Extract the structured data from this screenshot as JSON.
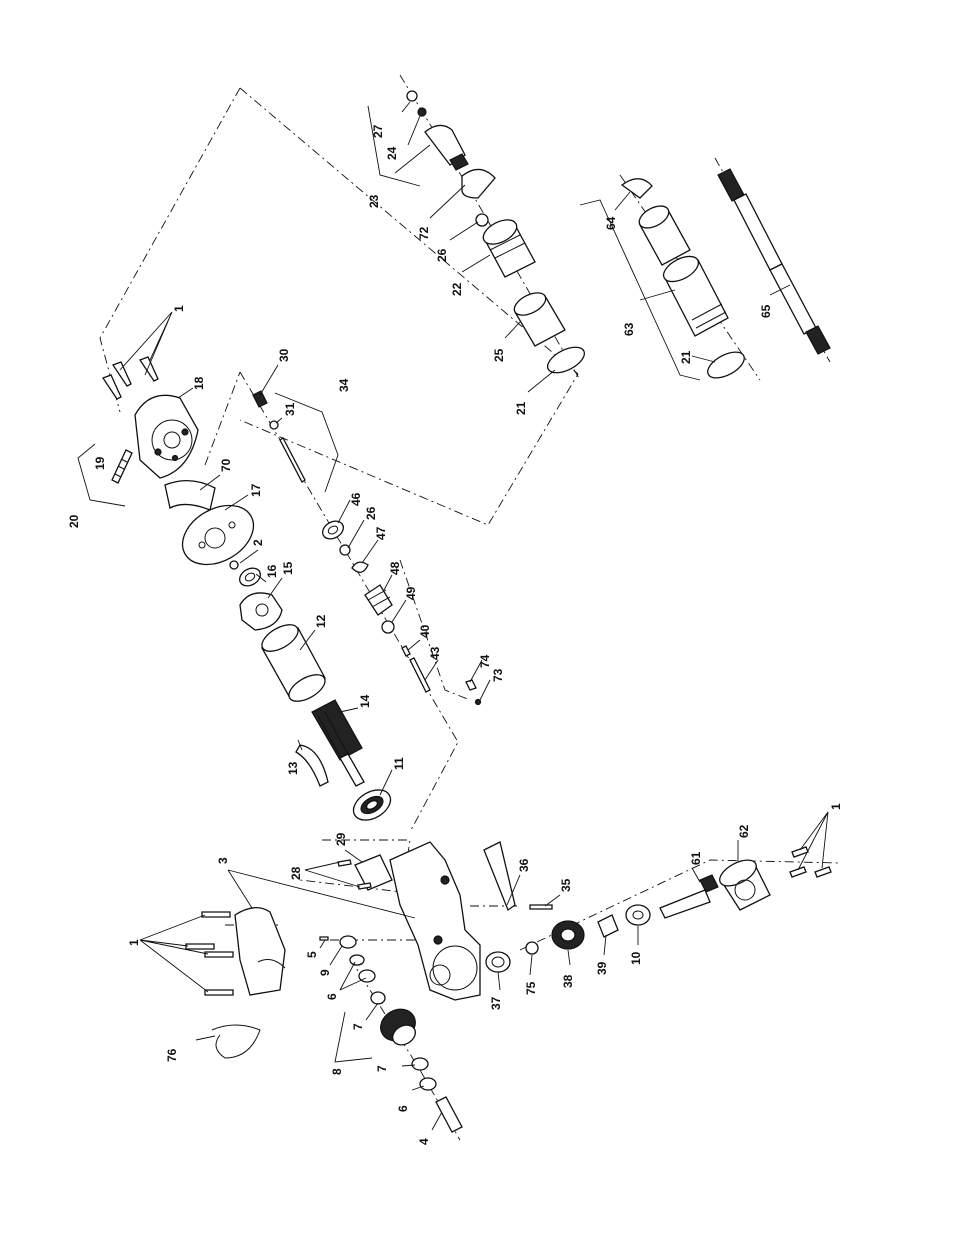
{
  "callouts": [
    {
      "id": "c-1a",
      "text": "1"
    },
    {
      "id": "c-18",
      "text": "18"
    },
    {
      "id": "c-19",
      "text": "19"
    },
    {
      "id": "c-20",
      "text": "20"
    },
    {
      "id": "c-70",
      "text": "70"
    },
    {
      "id": "c-17",
      "text": "17"
    },
    {
      "id": "c-2",
      "text": "2"
    },
    {
      "id": "c-16",
      "text": "16"
    },
    {
      "id": "c-15",
      "text": "15"
    },
    {
      "id": "c-12",
      "text": "12"
    },
    {
      "id": "c-14",
      "text": "14"
    },
    {
      "id": "c-13",
      "text": "13"
    },
    {
      "id": "c-11",
      "text": "11"
    },
    {
      "id": "c-30",
      "text": "30"
    },
    {
      "id": "c-31",
      "text": "31"
    },
    {
      "id": "c-34",
      "text": "34"
    },
    {
      "id": "c-46",
      "text": "46"
    },
    {
      "id": "c-26a",
      "text": "26"
    },
    {
      "id": "c-47",
      "text": "47"
    },
    {
      "id": "c-48",
      "text": "48"
    },
    {
      "id": "c-49",
      "text": "49"
    },
    {
      "id": "c-40",
      "text": "40"
    },
    {
      "id": "c-43",
      "text": "43"
    },
    {
      "id": "c-74",
      "text": "74"
    },
    {
      "id": "c-73",
      "text": "73"
    },
    {
      "id": "c-27",
      "text": "27"
    },
    {
      "id": "c-24",
      "text": "24"
    },
    {
      "id": "c-23",
      "text": "23"
    },
    {
      "id": "c-72",
      "text": "72"
    },
    {
      "id": "c-26b",
      "text": "26"
    },
    {
      "id": "c-22",
      "text": "22"
    },
    {
      "id": "c-25",
      "text": "25"
    },
    {
      "id": "c-21a",
      "text": "21"
    },
    {
      "id": "c-64",
      "text": "64"
    },
    {
      "id": "c-63",
      "text": "63"
    },
    {
      "id": "c-21b",
      "text": "21"
    },
    {
      "id": "c-65",
      "text": "65"
    },
    {
      "id": "c-3",
      "text": "3"
    },
    {
      "id": "c-1b",
      "text": "1"
    },
    {
      "id": "c-76",
      "text": "76"
    },
    {
      "id": "c-28",
      "text": "28"
    },
    {
      "id": "c-29",
      "text": "29"
    },
    {
      "id": "c-5",
      "text": "5"
    },
    {
      "id": "c-9",
      "text": "9"
    },
    {
      "id": "c-6a",
      "text": "6"
    },
    {
      "id": "c-7a",
      "text": "7"
    },
    {
      "id": "c-8",
      "text": "8"
    },
    {
      "id": "c-7b",
      "text": "7"
    },
    {
      "id": "c-6b",
      "text": "6"
    },
    {
      "id": "c-4",
      "text": "4"
    },
    {
      "id": "c-36",
      "text": "36"
    },
    {
      "id": "c-35",
      "text": "35"
    },
    {
      "id": "c-37",
      "text": "37"
    },
    {
      "id": "c-75",
      "text": "75"
    },
    {
      "id": "c-38",
      "text": "38"
    },
    {
      "id": "c-39",
      "text": "39"
    },
    {
      "id": "c-10",
      "text": "10"
    },
    {
      "id": "c-61",
      "text": "61"
    },
    {
      "id": "c-62",
      "text": "62"
    },
    {
      "id": "c-1c",
      "text": "1"
    }
  ]
}
